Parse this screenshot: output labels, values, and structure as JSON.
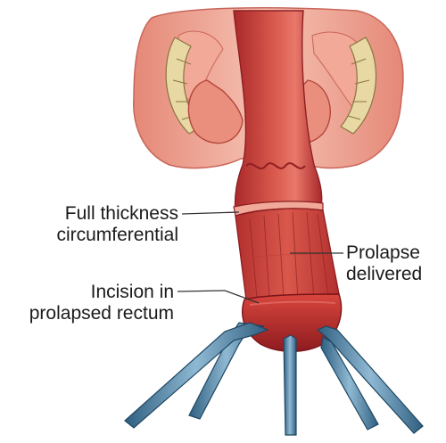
{
  "labels": {
    "full_thickness": {
      "line1": "Full thickness",
      "line2": "circumferential"
    },
    "incision": {
      "line1": "Incision in",
      "line2": "prolapsed rectum"
    },
    "prolapse": {
      "line1": "Prolapse",
      "line2": "delivered"
    }
  },
  "colors": {
    "tissue_light": "#f4b8a8",
    "tissue_mid": "#e07b68",
    "rectum": "#c9403a",
    "rectum_dark": "#9e2326",
    "fat": "#e8d9a4",
    "retractor": "#5b8fb0",
    "retractor_dark": "#2f5f80",
    "leader": "#333333"
  }
}
